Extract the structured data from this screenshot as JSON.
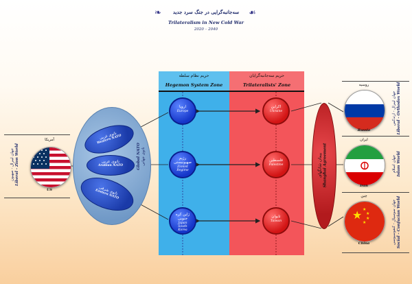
{
  "header": {
    "title_fa": "سه‌جانبه‌گرایی در جنگ سرد جدید",
    "title_en": "Trilateralism in New Cold War",
    "years": "2020 – 2040",
    "ornament_left": "❧",
    "ornament_right": "☙"
  },
  "zones": {
    "hegemon": {
      "fa": "حریم نظام سلطه",
      "en": "Hegemon System Zone",
      "color": "#3fb0ea"
    },
    "trilateral": {
      "fa": "حریم سه‌جانبه‌گرایان",
      "en": "Trilateralists' Zone",
      "color": "#f3555a"
    }
  },
  "nodes_blue": [
    {
      "fa": "اروپا",
      "en": "Europe"
    },
    {
      "fa": "رژیم صهیونیستی",
      "en": "Zionist Regime"
    },
    {
      "fa": "ژاپن کره جنوبی",
      "en": "Japan South Korea"
    }
  ],
  "nodes_red": [
    {
      "fa": "اکراین",
      "en": "Ukraine"
    },
    {
      "fa": "فلسطین",
      "en": "Palestine"
    },
    {
      "fa": "تایوان",
      "en": "Taiwan"
    }
  ],
  "natos": [
    {
      "fa": "ناتوی غربی",
      "en": "Western NATO"
    },
    {
      "fa": "ناتوی عربی",
      "en": "Arabian NATO"
    },
    {
      "fa": "ناتوی شرقی",
      "en": "Eastern NATO"
    }
  ],
  "global_nato": {
    "fa": "ناتوی جهانی",
    "en": "Global NATO"
  },
  "shanghai": {
    "fa": "پیمان شانگهای",
    "en": "Shanghai Agreement"
  },
  "us": {
    "country_fa": "آمریکا",
    "country_en": "US",
    "world_fa": "جهان لیبرال - صهیون",
    "world_en": "Liberal - Zion World"
  },
  "right_countries": [
    {
      "country_fa": "روسیه",
      "country_en": "Russia",
      "world_fa": "جهان لیبرال - ارتدکس",
      "world_en": "Liberal - Orthodox World"
    },
    {
      "country_fa": "ایران",
      "country_en": "Iran",
      "world_fa": "جهان اسلام",
      "world_en": "Islam World"
    },
    {
      "country_fa": "چین",
      "country_en": "China",
      "world_fa": "جهان سوسیال - کنفوسیوسی",
      "world_en": "Social - Confucian World"
    }
  ],
  "colors": {
    "blue_node": "#1536c9",
    "red_node": "#d21414",
    "zone_blue": "#3fb0ea",
    "zone_red": "#f3555a",
    "ellipse": "#8fb4d8",
    "title": "#1e2a6a"
  }
}
